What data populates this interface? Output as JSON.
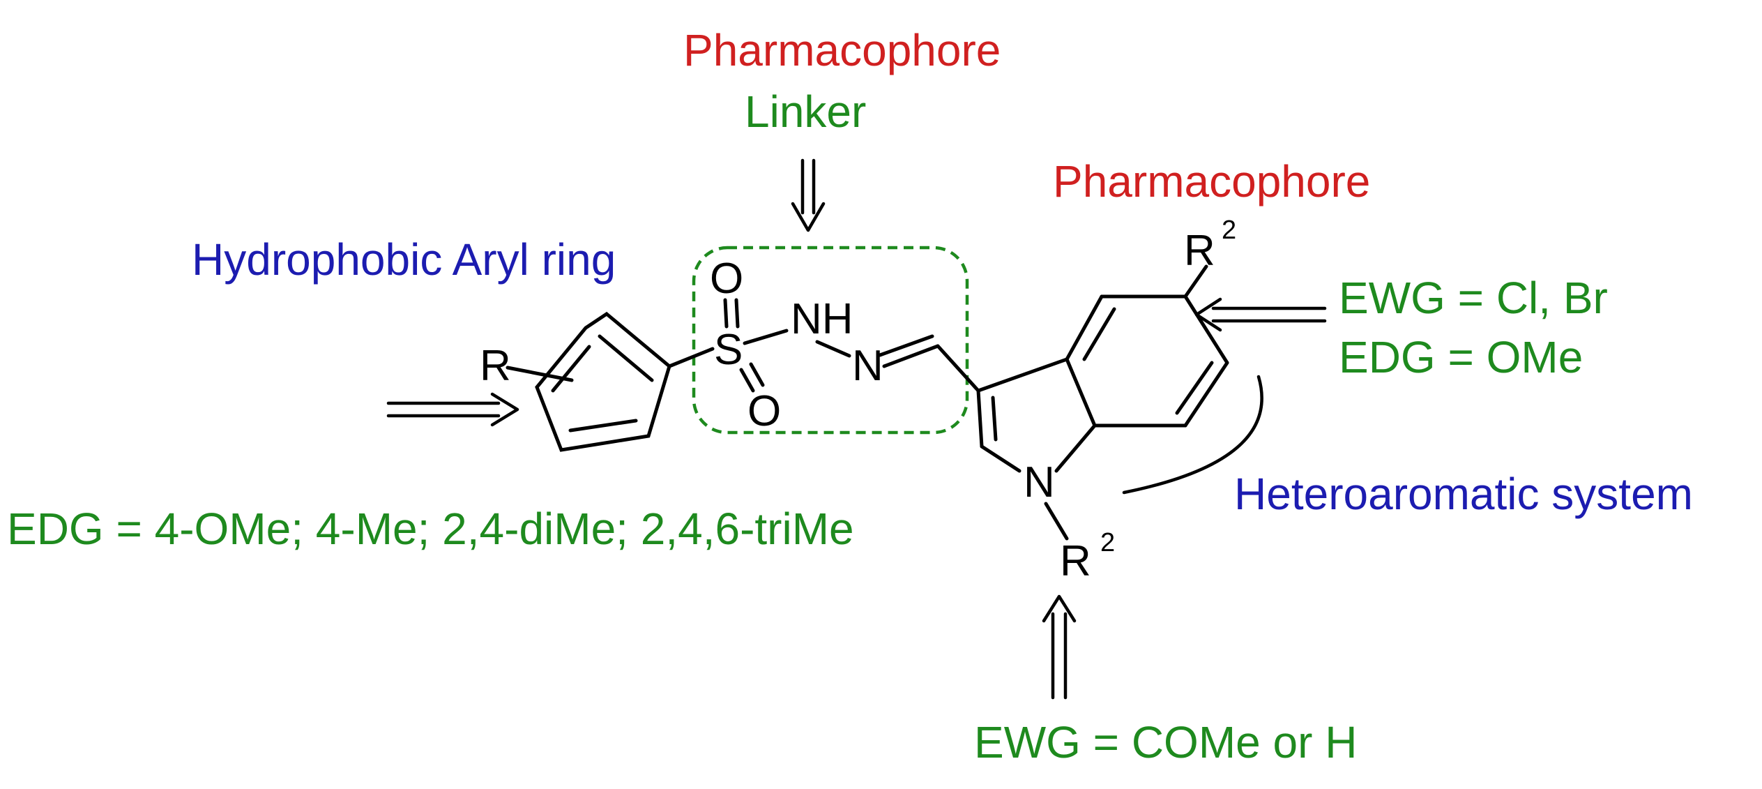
{
  "labels": {
    "pharmacophore_top": "Pharmacophore",
    "linker": "Linker",
    "pharmacophore_right": "Pharmacophore",
    "hydrophobic": "Hydrophobic Aryl ring",
    "ewg_right_1": "EWG = Cl, Br",
    "edg_right_2": "EDG = OMe",
    "heteroaromatic": "Heteroaromatic system",
    "edg_left": "EDG = 4-OMe; 4-Me; 2,4-diMe; 2,4,6-triMe",
    "ewg_bottom": "EWG = COMe or H"
  },
  "atoms": {
    "R": "R",
    "S": "S",
    "O_top": "O",
    "O_bottom": "O",
    "NH": "NH",
    "N_imine": "N",
    "N_indole": "N",
    "R2_top": "R",
    "R2_top_sup": "2",
    "R2_bottom": "R",
    "R2_bottom_sup": "2"
  },
  "colors": {
    "pharmacophore": "#d02020",
    "substituent": "#1e8a1e",
    "region": "#1c1cb0",
    "linker_box": "#1e8a1e",
    "structure": "#000000"
  }
}
